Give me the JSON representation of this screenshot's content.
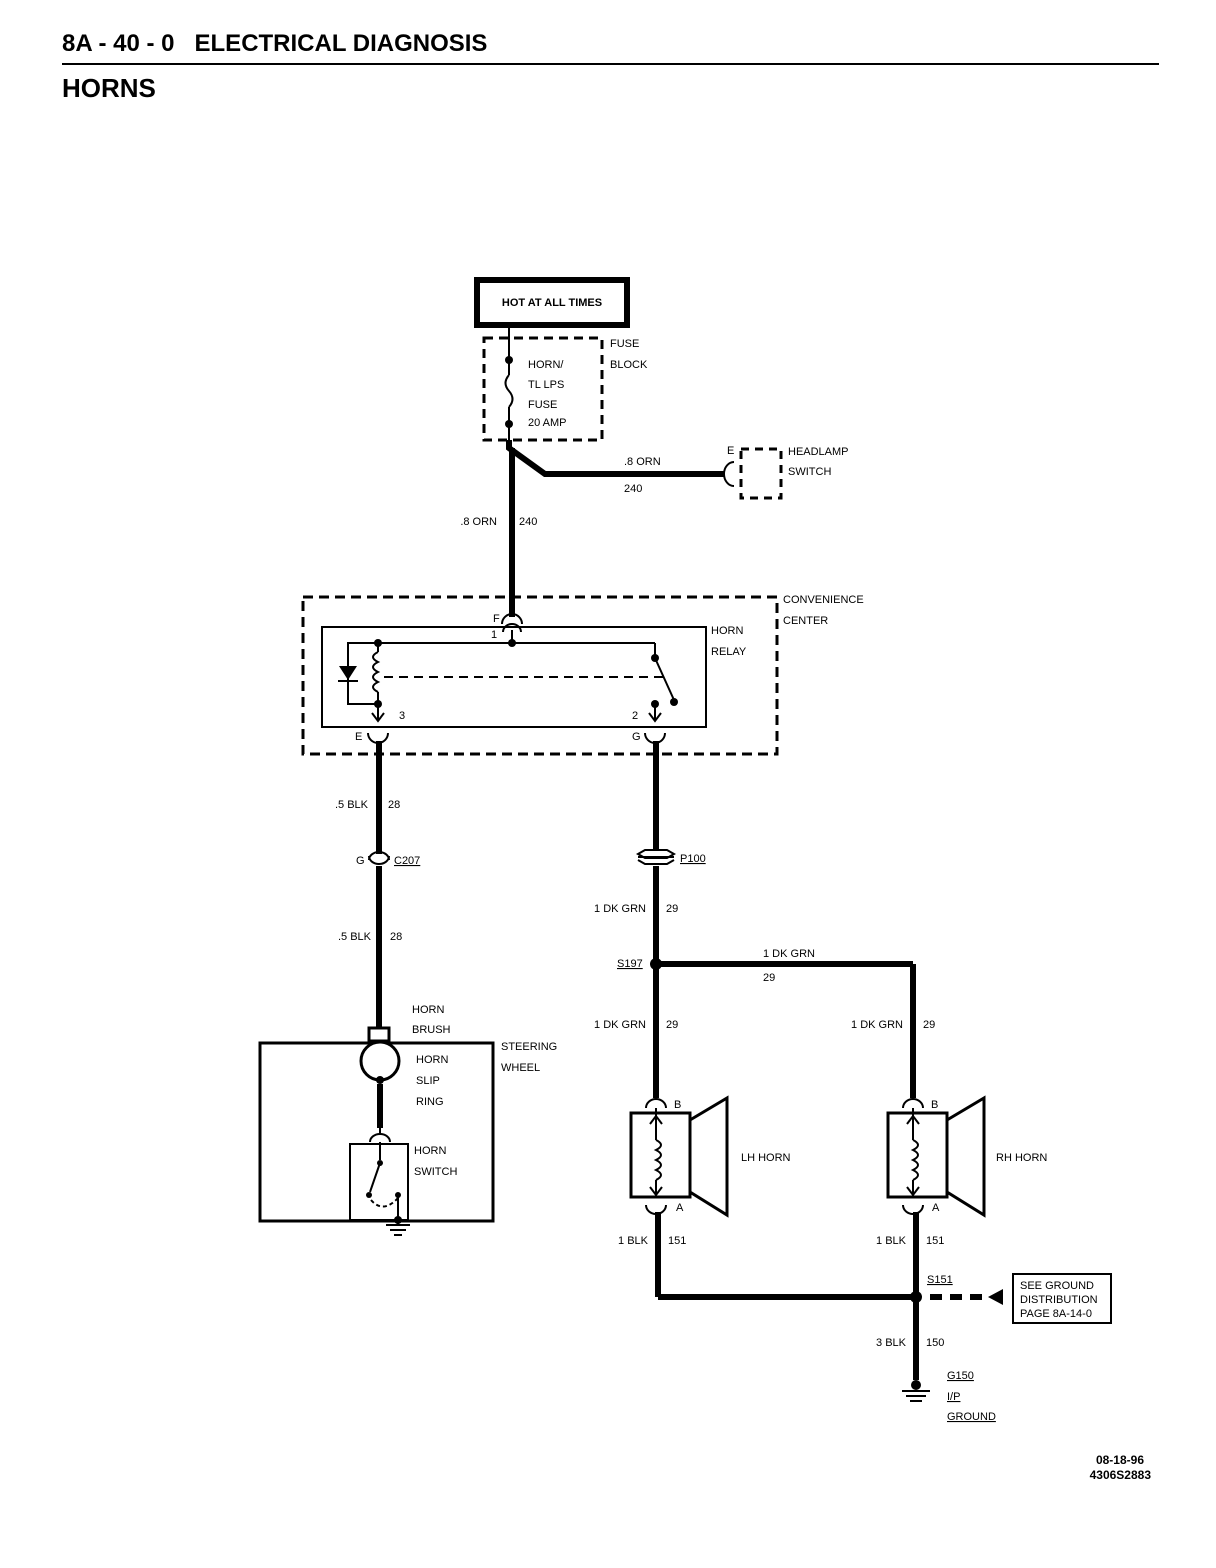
{
  "header": {
    "page_code": "8A - 40 - 0",
    "section": "ELECTRICAL DIAGNOSIS",
    "title": "HORNS"
  },
  "power": {
    "label": "HOT AT ALL TIMES"
  },
  "fuse_block": {
    "name_line1": "FUSE",
    "name_line2": "BLOCK",
    "fuse_line1": "HORN/",
    "fuse_line2": "TL LPS",
    "fuse_line3": "FUSE",
    "fuse_rating": "20 AMP"
  },
  "headlamp_switch": {
    "name_line1": "HEADLAMP",
    "name_line2": "SWITCH",
    "terminal": "E",
    "wire_color": ".8 ORN",
    "wire_circuit": "240"
  },
  "feed_wire": {
    "color": ".8 ORN",
    "circuit": "240"
  },
  "convenience_center": {
    "name_line1": "CONVENIENCE",
    "name_line2": "CENTER",
    "relay_line1": "HORN",
    "relay_line2": "RELAY",
    "terminal_f": "F",
    "pin_1": "1",
    "pin_3": "3",
    "pin_2": "2",
    "terminal_e": "E",
    "terminal_g": "G"
  },
  "left_branch": {
    "wire_upper_color": ".5 BLK",
    "wire_upper_circuit": "28",
    "connector_terminal": "G",
    "connector": "C207",
    "wire_lower_color": ".5 BLK",
    "wire_lower_circuit": "28"
  },
  "steering_wheel": {
    "name_line1": "STEERING",
    "name_line2": "WHEEL",
    "brush_line1": "HORN",
    "brush_line2": "BRUSH",
    "slip_line1": "HORN",
    "slip_line2": "SLIP",
    "slip_line3": "RING",
    "switch_line1": "HORN",
    "switch_line2": "SWITCH"
  },
  "right_branch": {
    "connector": "P100",
    "wire_color": "1 DK GRN",
    "wire_circuit": "29",
    "splice": "S197",
    "cross_color": "1 DK GRN",
    "cross_circuit": "29",
    "lh_feed_color": "1 DK GRN",
    "lh_feed_circuit": "29",
    "rh_feed_color": "1 DK GRN",
    "rh_feed_circuit": "29"
  },
  "horns": {
    "lh_label": "LH HORN",
    "rh_label": "RH HORN",
    "terminal_b": "B",
    "terminal_a": "A"
  },
  "ground": {
    "lh_wire_color": "1 BLK",
    "lh_wire_circuit": "151",
    "rh_wire_color": "1 BLK",
    "rh_wire_circuit": "151",
    "splice": "S151",
    "ref_line1": "SEE GROUND",
    "ref_line2": "DISTRIBUTION",
    "ref_line3": "PAGE 8A-14-0",
    "ground_wire_color": "3 BLK",
    "ground_wire_circuit": "150",
    "ground_line1": "G150",
    "ground_line2": "I/P",
    "ground_line3": "GROUND"
  },
  "footer": {
    "date": "08-18-96",
    "doc_number": "4306S2883"
  }
}
